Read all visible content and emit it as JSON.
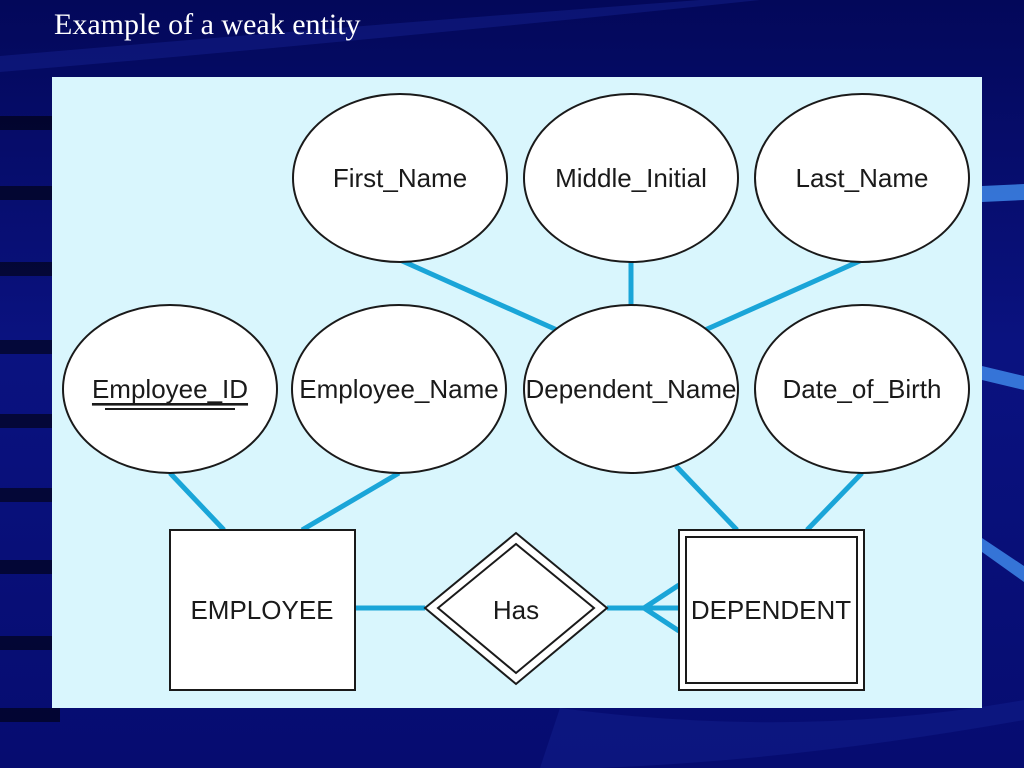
{
  "slide": {
    "title": "Example of a weak entity"
  },
  "diagram": {
    "attributes": {
      "first_name": "First_Name",
      "middle_initial": "Middle_Initial",
      "last_name": "Last_Name",
      "employee_id": "Employee_ID",
      "employee_name": "Employee_Name",
      "dependent_name": "Dependent_Name",
      "date_of_birth": "Date_of_Birth"
    },
    "entities": {
      "employee": "EMPLOYEE",
      "dependent": "DEPENDENT"
    },
    "relationship": {
      "has": "Has"
    }
  },
  "colors": {
    "background": "#050a6e",
    "panel": "#d9f6fd",
    "connector": "#1aa5d8",
    "title_text": "#ffffff"
  }
}
